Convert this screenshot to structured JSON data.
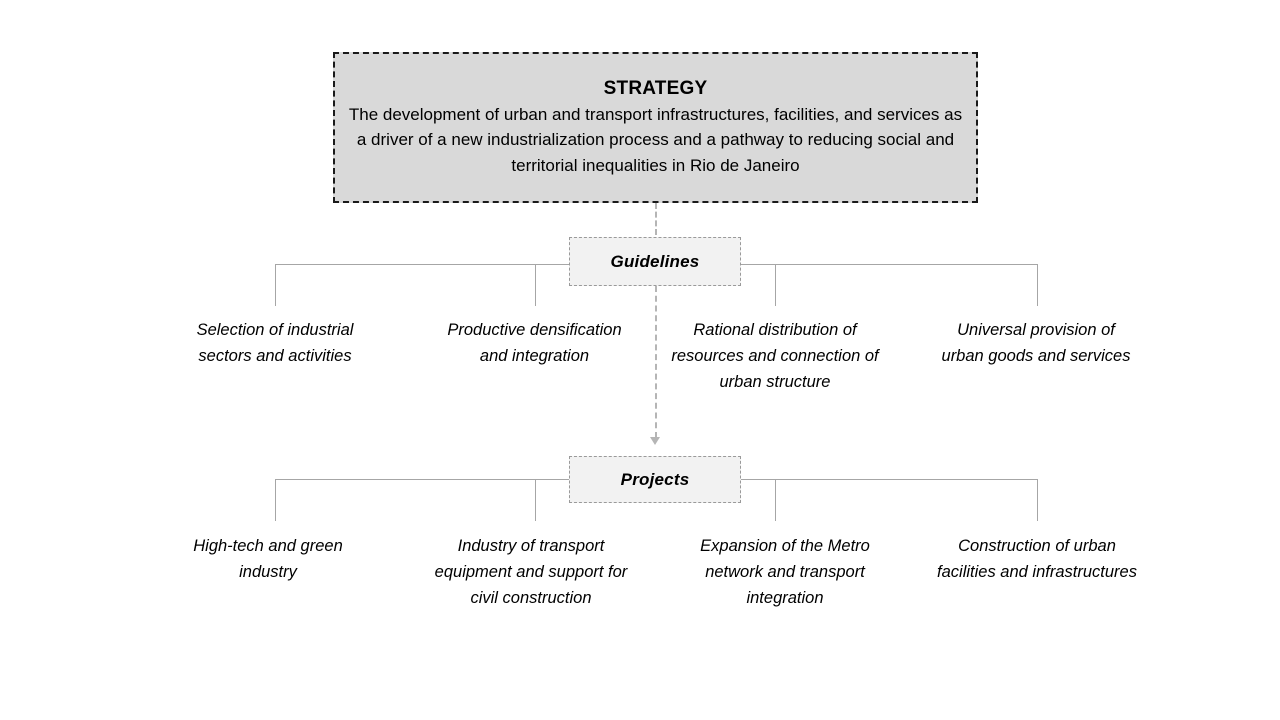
{
  "diagram": {
    "title_text": "STRATEGY",
    "strategy": {
      "heading": "STRATEGY",
      "description": "The development of urban and transport infrastructures, facilities, and services as a driver of a new industrialization process and a pathway to reducing social and territorial inequalities in Rio de Janeiro",
      "fill_color": "#d9d9d9",
      "border_color": "#1a1a1a"
    },
    "levels": [
      {
        "key": "guidelines",
        "label": "Guidelines",
        "fill_color": "#f2f2f2",
        "border_color": "#9a9a9a",
        "items": [
          "Selection of industrial sectors and activities",
          "Productive densification and integration",
          "Rational distribution of resources and connection of urban structure",
          "Universal provision of urban goods and services"
        ]
      },
      {
        "key": "projects",
        "label": "Projects",
        "fill_color": "#f2f2f2",
        "border_color": "#9a9a9a",
        "items": [
          "High-tech and green industry",
          "Industry of transport equipment and support for civil construction",
          "Expansion of the Metro network and transport integration",
          "Construction of urban facilities and infrastructures"
        ]
      }
    ],
    "connector_color": "#a6a6a6",
    "arrow_color": "#b5b5b5"
  }
}
